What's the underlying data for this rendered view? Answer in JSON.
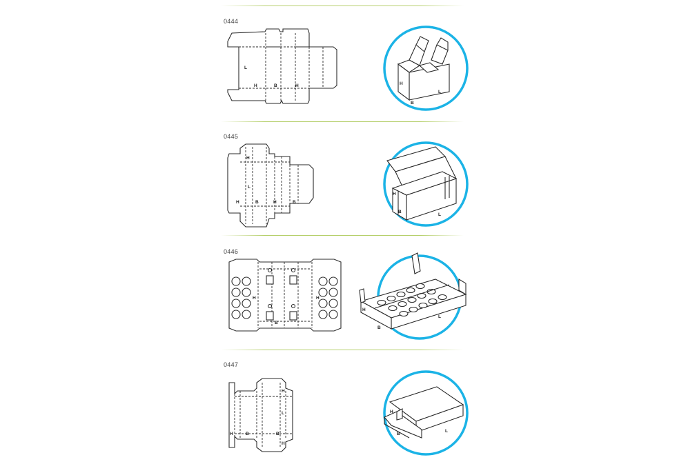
{
  "accent": "#1bb3e6",
  "separator_color": "#b5cf6a",
  "items": [
    {
      "code": "0444"
    },
    {
      "code": "0445"
    },
    {
      "code": "0446"
    },
    {
      "code": "0447"
    }
  ],
  "dim_labels": {
    "length": "L",
    "height": "H",
    "width": "B"
  }
}
